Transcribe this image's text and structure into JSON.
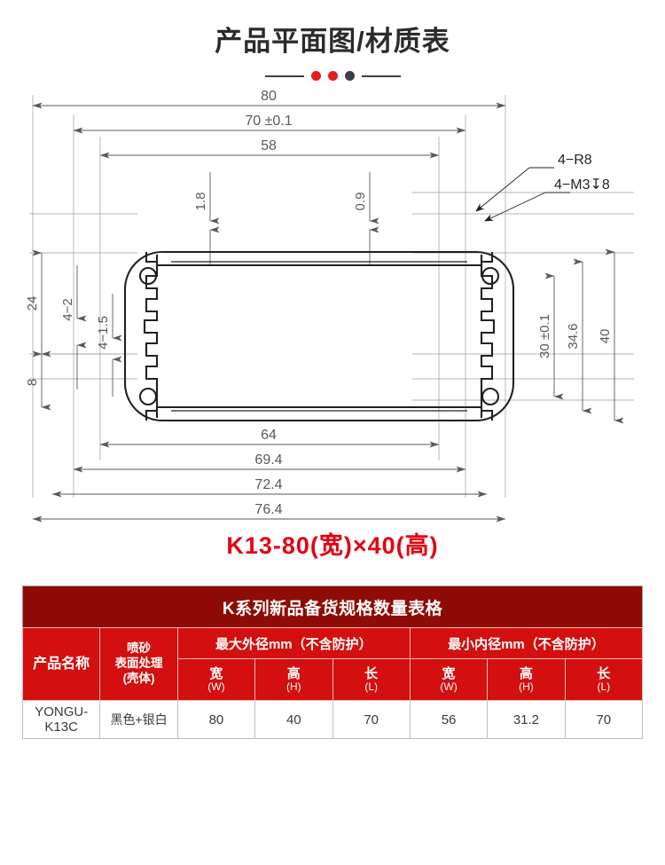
{
  "header": {
    "title": "产品平面图/材质表",
    "divider": {
      "dots": [
        "#e02020",
        "#e02020",
        "#3a3f45"
      ]
    }
  },
  "drawing": {
    "caption": "K13-80(宽)×40(高)",
    "caption_color": "#e60012",
    "line_color": "#231f20",
    "dim_color": "#58595b",
    "dimensions": {
      "top": [
        "80",
        "70 ±0.1",
        "58"
      ],
      "top_inner": [
        "1.8",
        "0.9"
      ],
      "left": [
        "24",
        "4−2",
        "4−1.5",
        "8"
      ],
      "right": [
        "30 ±0.1",
        "34.6",
        "40"
      ],
      "bottom": [
        "64",
        "69.4",
        "72.4",
        "76.4"
      ],
      "leaders": [
        "4−R8",
        "4−M3↧8"
      ]
    }
  },
  "table": {
    "title": "K系列新品备货规格数量表格",
    "title_bg": "#8f0b06",
    "header_bg": "#d40f0f",
    "col_product": "产品名称",
    "col_finish": "喷砂\n表面处理\n(壳体)",
    "col_finish_lines": [
      "喷砂",
      "表面处理",
      "(壳体)"
    ],
    "group_outer": "最大外径mm（不含防护）",
    "group_inner": "最小内径mm（不含防护）",
    "sub_headers": [
      {
        "label": "宽",
        "unit": "(W)"
      },
      {
        "label": "高",
        "unit": "(H)"
      },
      {
        "label": "长",
        "unit": "(L)"
      },
      {
        "label": "宽",
        "unit": "(W)"
      },
      {
        "label": "高",
        "unit": "(H)"
      },
      {
        "label": "长",
        "unit": "(L)"
      }
    ],
    "rows": [
      {
        "product": "YONGU-K13C",
        "finish": "黑色+银白",
        "outer_w": "80",
        "outer_h": "40",
        "outer_l": "70",
        "inner_w": "56",
        "inner_h": "31.2",
        "inner_l": "70"
      }
    ]
  }
}
